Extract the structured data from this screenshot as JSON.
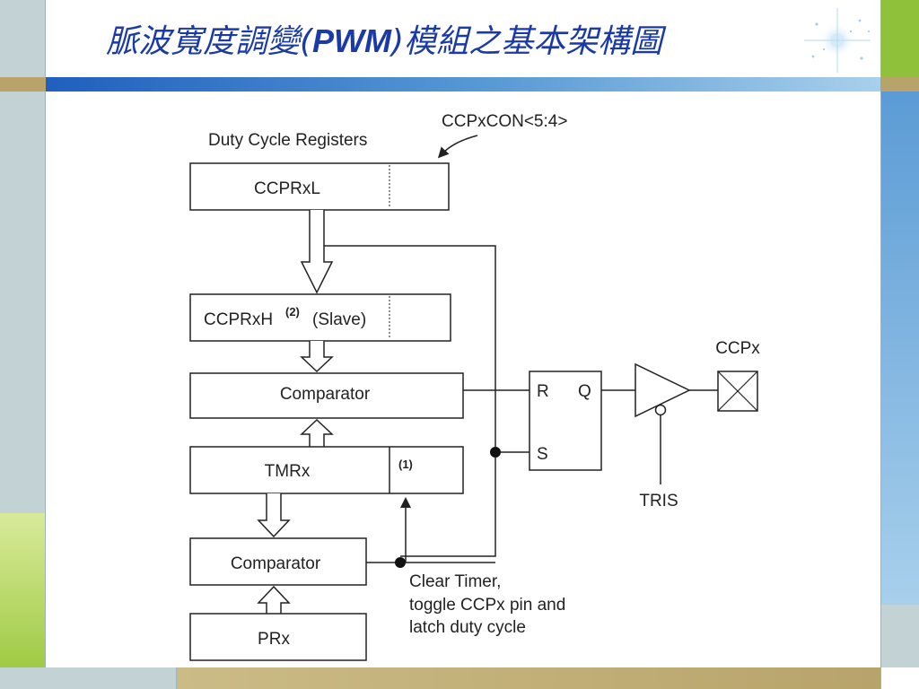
{
  "slide": {
    "title_prefix": "脈波寬度調變(",
    "title_acronym": "PWM",
    "title_suffix": ")模組之基本架構圖"
  },
  "diagram": {
    "duty_cycle_label": "Duty Cycle Registers",
    "ccpxcon_label": "CCPxCON<5:4>",
    "ccprxl": "CCPRxL",
    "ccprxh_main": "CCPRxH",
    "ccprxh_superscript": "(2)",
    "ccprxh_suffix": "(Slave)",
    "comparator_top": "Comparator",
    "tmrx": "TMRx",
    "tmrx_note": "(1)",
    "comparator_bottom": "Comparator",
    "prx": "PRx",
    "latch_r": "R",
    "latch_q": "Q",
    "latch_s": "S",
    "ccpx_pin": "CCPx",
    "tris": "TRIS",
    "clear_line1": "Clear Timer,",
    "clear_line2": "toggle CCPx pin and",
    "clear_line3": "latch duty cycle"
  },
  "colors": {
    "title_blue": "#1a3aa8",
    "frame_green": "#8fc23a",
    "frame_light_green": "#d9ea9a",
    "frame_blue": "#5b9bd5",
    "frame_light_blue": "#a8d0ec",
    "frame_gray": "#c3d2d4",
    "bar_tan": "#b8a46a"
  },
  "decor": {
    "sparkle_icon": "sparkle-icon"
  }
}
